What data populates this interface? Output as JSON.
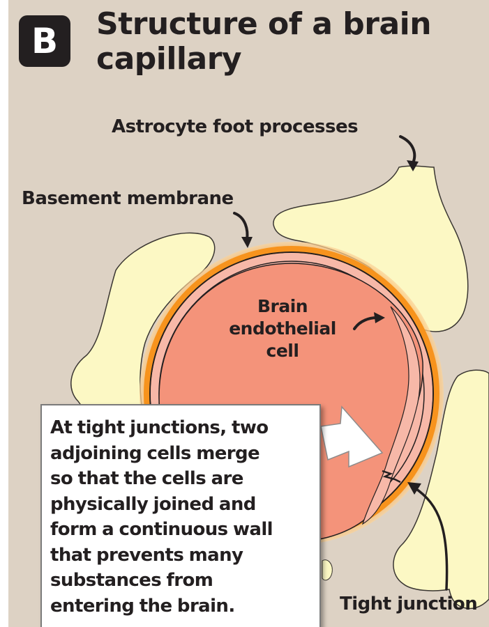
{
  "figure": {
    "badge": "B",
    "title_lines": [
      "Structure of a brain",
      "capillary"
    ]
  },
  "labels": {
    "astrocyte": "Astrocyte foot processes",
    "basement": "Basement membrane",
    "endothelial_lines": [
      "Brain",
      "endothelial",
      "cell"
    ],
    "tight_junction": "Tight junction"
  },
  "callout": {
    "lines": [
      "At tight junctions, two",
      "adjoining cells merge",
      "so that the cells are",
      "physically joined and",
      "form a continuous wall",
      "that prevents many",
      "substances from",
      "entering the brain."
    ]
  },
  "colors": {
    "background": "#ddd2c4",
    "astrocyte": "#fcf8c4",
    "membrane_orange": "#f7931d",
    "endothelial_pink": "#f7b8a8",
    "lumen": "#f4937a",
    "text": "#231f20"
  }
}
